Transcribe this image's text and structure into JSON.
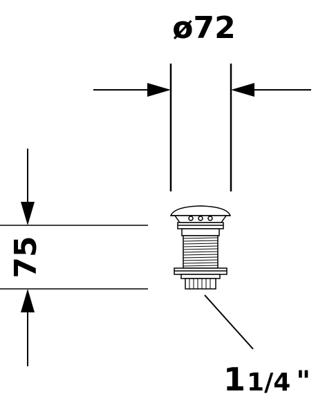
{
  "diameter_label": "ø72",
  "height_label": "75",
  "thread_label_whole": "1",
  "thread_label_fraction": "1/4",
  "thread_label_unit": "\"",
  "line_color": "#000000",
  "background_color": "#ffffff"
}
